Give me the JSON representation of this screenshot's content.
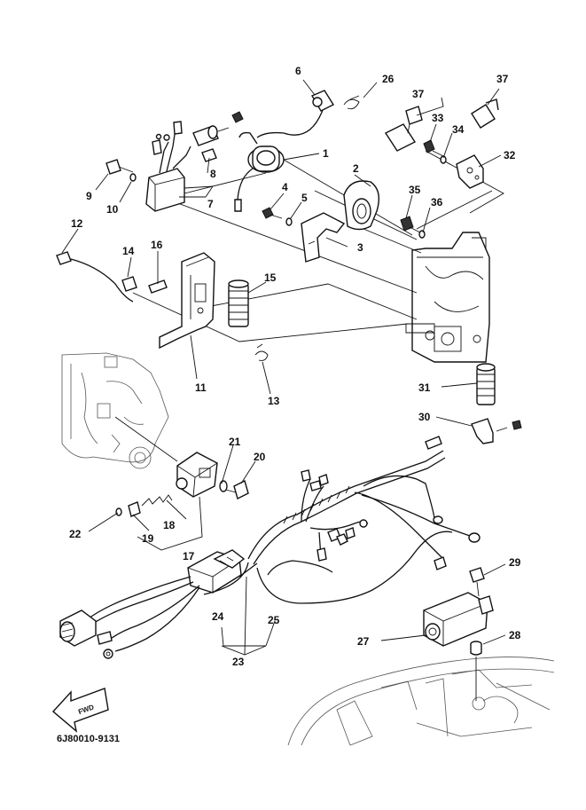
{
  "diagram": {
    "callouts": [
      {
        "id": "1",
        "text": "1"
      },
      {
        "id": "2",
        "text": "2"
      },
      {
        "id": "3",
        "text": "3"
      },
      {
        "id": "4",
        "text": "4"
      },
      {
        "id": "5",
        "text": "5"
      },
      {
        "id": "6",
        "text": "6"
      },
      {
        "id": "7",
        "text": "7"
      },
      {
        "id": "8",
        "text": "8"
      },
      {
        "id": "9",
        "text": "9"
      },
      {
        "id": "10",
        "text": "10"
      },
      {
        "id": "11",
        "text": "11"
      },
      {
        "id": "12",
        "text": "12"
      },
      {
        "id": "13",
        "text": "13"
      },
      {
        "id": "14",
        "text": "14"
      },
      {
        "id": "15",
        "text": "15"
      },
      {
        "id": "16",
        "text": "16"
      },
      {
        "id": "17",
        "text": "17"
      },
      {
        "id": "18",
        "text": "18"
      },
      {
        "id": "19",
        "text": "19"
      },
      {
        "id": "20",
        "text": "20"
      },
      {
        "id": "21",
        "text": "21"
      },
      {
        "id": "22",
        "text": "22"
      },
      {
        "id": "23",
        "text": "23"
      },
      {
        "id": "24",
        "text": "24"
      },
      {
        "id": "25",
        "text": "25"
      },
      {
        "id": "26",
        "text": "26"
      },
      {
        "id": "27",
        "text": "27"
      },
      {
        "id": "28",
        "text": "28"
      },
      {
        "id": "29",
        "text": "29"
      },
      {
        "id": "30",
        "text": "30"
      },
      {
        "id": "31",
        "text": "31"
      },
      {
        "id": "32",
        "text": "32"
      },
      {
        "id": "33",
        "text": "33"
      },
      {
        "id": "34",
        "text": "34"
      },
      {
        "id": "35",
        "text": "35"
      },
      {
        "id": "36",
        "text": "36"
      },
      {
        "id": "37a",
        "text": "37"
      },
      {
        "id": "37b",
        "text": "37"
      }
    ],
    "direction_badge": "FWD",
    "drawing_code": "6J80010-9131"
  },
  "colors": {
    "ink": "#111111",
    "paper": "#ffffff"
  }
}
